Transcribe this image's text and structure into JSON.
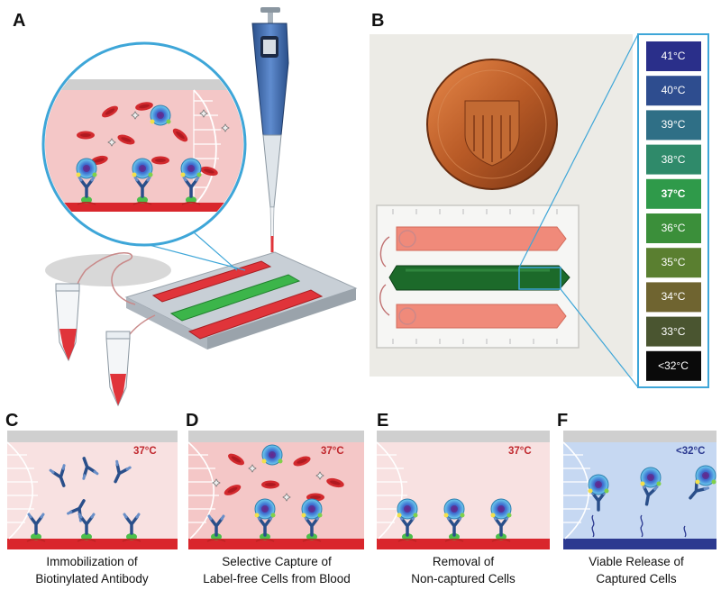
{
  "panels": {
    "a": {
      "letter": "A"
    },
    "b": {
      "letter": "B"
    },
    "c": {
      "letter": "C",
      "caption_line1": "Immobilization of",
      "caption_line2": "Biotinylated Antibody",
      "temp": "37°C"
    },
    "d": {
      "letter": "D",
      "caption_line1": "Selective Capture of",
      "caption_line2": "Label-free Cells from Blood",
      "temp": "37°C"
    },
    "e": {
      "letter": "E",
      "caption_line1": "Removal of",
      "caption_line2": "Non-captured Cells",
      "temp": "37°C"
    },
    "f": {
      "letter": "F",
      "caption_line1": "Viable Release of",
      "caption_line2": "Captured Cells",
      "temp": "<32°C"
    }
  },
  "temperature_scale": [
    {
      "label": "41°C",
      "color": "#2a2f8a"
    },
    {
      "label": "40°C",
      "color": "#2e4d8f"
    },
    {
      "label": "39°C",
      "color": "#2f6f86"
    },
    {
      "label": "38°C",
      "color": "#2f8a6a"
    },
    {
      "label": "37°C",
      "color": "#2f9a4a",
      "bold": true
    },
    {
      "label": "36°C",
      "color": "#3b8f3a"
    },
    {
      "label": "35°C",
      "color": "#5a7f30"
    },
    {
      "label": "34°C",
      "color": "#6f6430"
    },
    {
      "label": "33°C",
      "color": "#4a5530"
    },
    {
      "label": "<32°C",
      "color": "#0a0a0a"
    }
  ],
  "colors": {
    "channel_red": "#e0343a",
    "channel_green": "#3cb54a",
    "accent_blue": "#3ea6d8",
    "temp_warm": "#c0272d",
    "temp_cool": "#2b3990"
  }
}
